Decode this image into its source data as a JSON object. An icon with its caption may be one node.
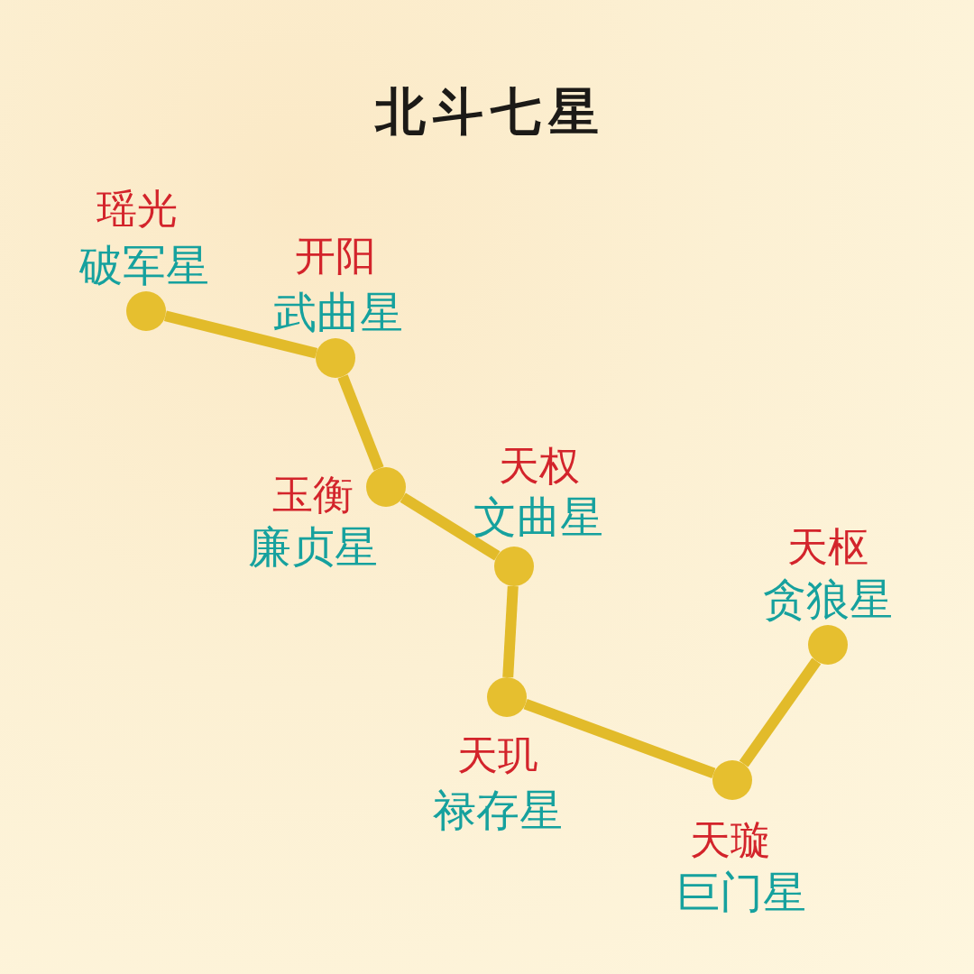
{
  "diagram": {
    "title": "北斗七星",
    "nodes": [
      {
        "text": [],
        "shape": "circle",
        "beside": [
          "瑶光",
          "破军星"
        ]
      },
      {
        "text": [],
        "shape": "circle",
        "beside": [
          "开阳",
          "武曲星"
        ]
      },
      {
        "text": [],
        "shape": "circle",
        "beside": [
          "玉衡",
          "廉贞星"
        ]
      },
      {
        "text": [],
        "shape": "circle",
        "beside": [
          "天权",
          "文曲星"
        ]
      },
      {
        "text": [],
        "shape": "circle",
        "beside": [
          "天玑",
          "禄存星"
        ]
      },
      {
        "text": [],
        "shape": "circle",
        "beside": [
          "天璇",
          "巨门星"
        ]
      },
      {
        "text": [],
        "shape": "circle",
        "beside": [
          "天枢",
          "贪狼星"
        ]
      }
    ],
    "edges": [
      {
        "from": 0,
        "to": 1,
        "arrow": "none"
      },
      {
        "from": 1,
        "to": 2,
        "arrow": "none"
      },
      {
        "from": 2,
        "to": 3,
        "arrow": "none"
      },
      {
        "from": 3,
        "to": 4,
        "arrow": "none"
      },
      {
        "from": 4,
        "to": 5,
        "arrow": "none"
      },
      {
        "from": 5,
        "to": 6,
        "arrow": "none"
      }
    ]
  }
}
